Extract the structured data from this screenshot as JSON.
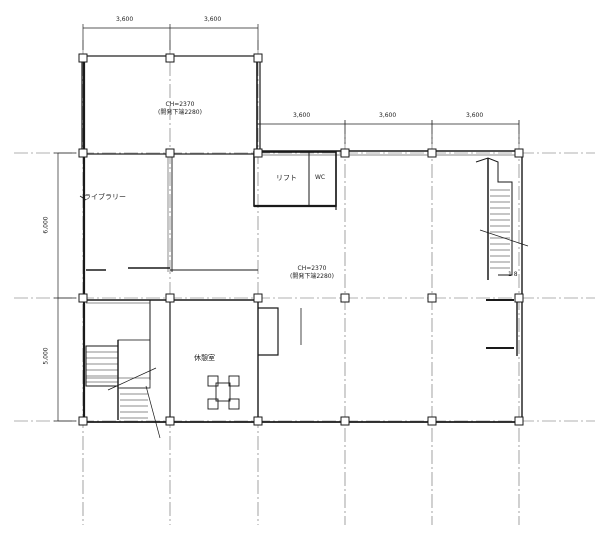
{
  "dimensions": {
    "top_span_1": "3,600",
    "top_span_2": "3,600",
    "mid_span_1": "3,600",
    "mid_span_2": "3,600",
    "mid_span_3": "3,600",
    "left_span_upper": "6,000",
    "left_span_lower": "5,000"
  },
  "rooms": {
    "lift": "リフト",
    "wc": "WC",
    "library": "ライブラリー",
    "lounge": "休憩室"
  },
  "ceiling_notes": {
    "upper_line1": "CH=2370",
    "upper_line2": "(開発下端2280)",
    "center_line1": "CH=2370",
    "center_line2": "(開発下端2280)"
  },
  "marks": {
    "stair_mark": "1 8"
  },
  "colors": {
    "line": "#1a1a1a",
    "grid": "#555555"
  }
}
